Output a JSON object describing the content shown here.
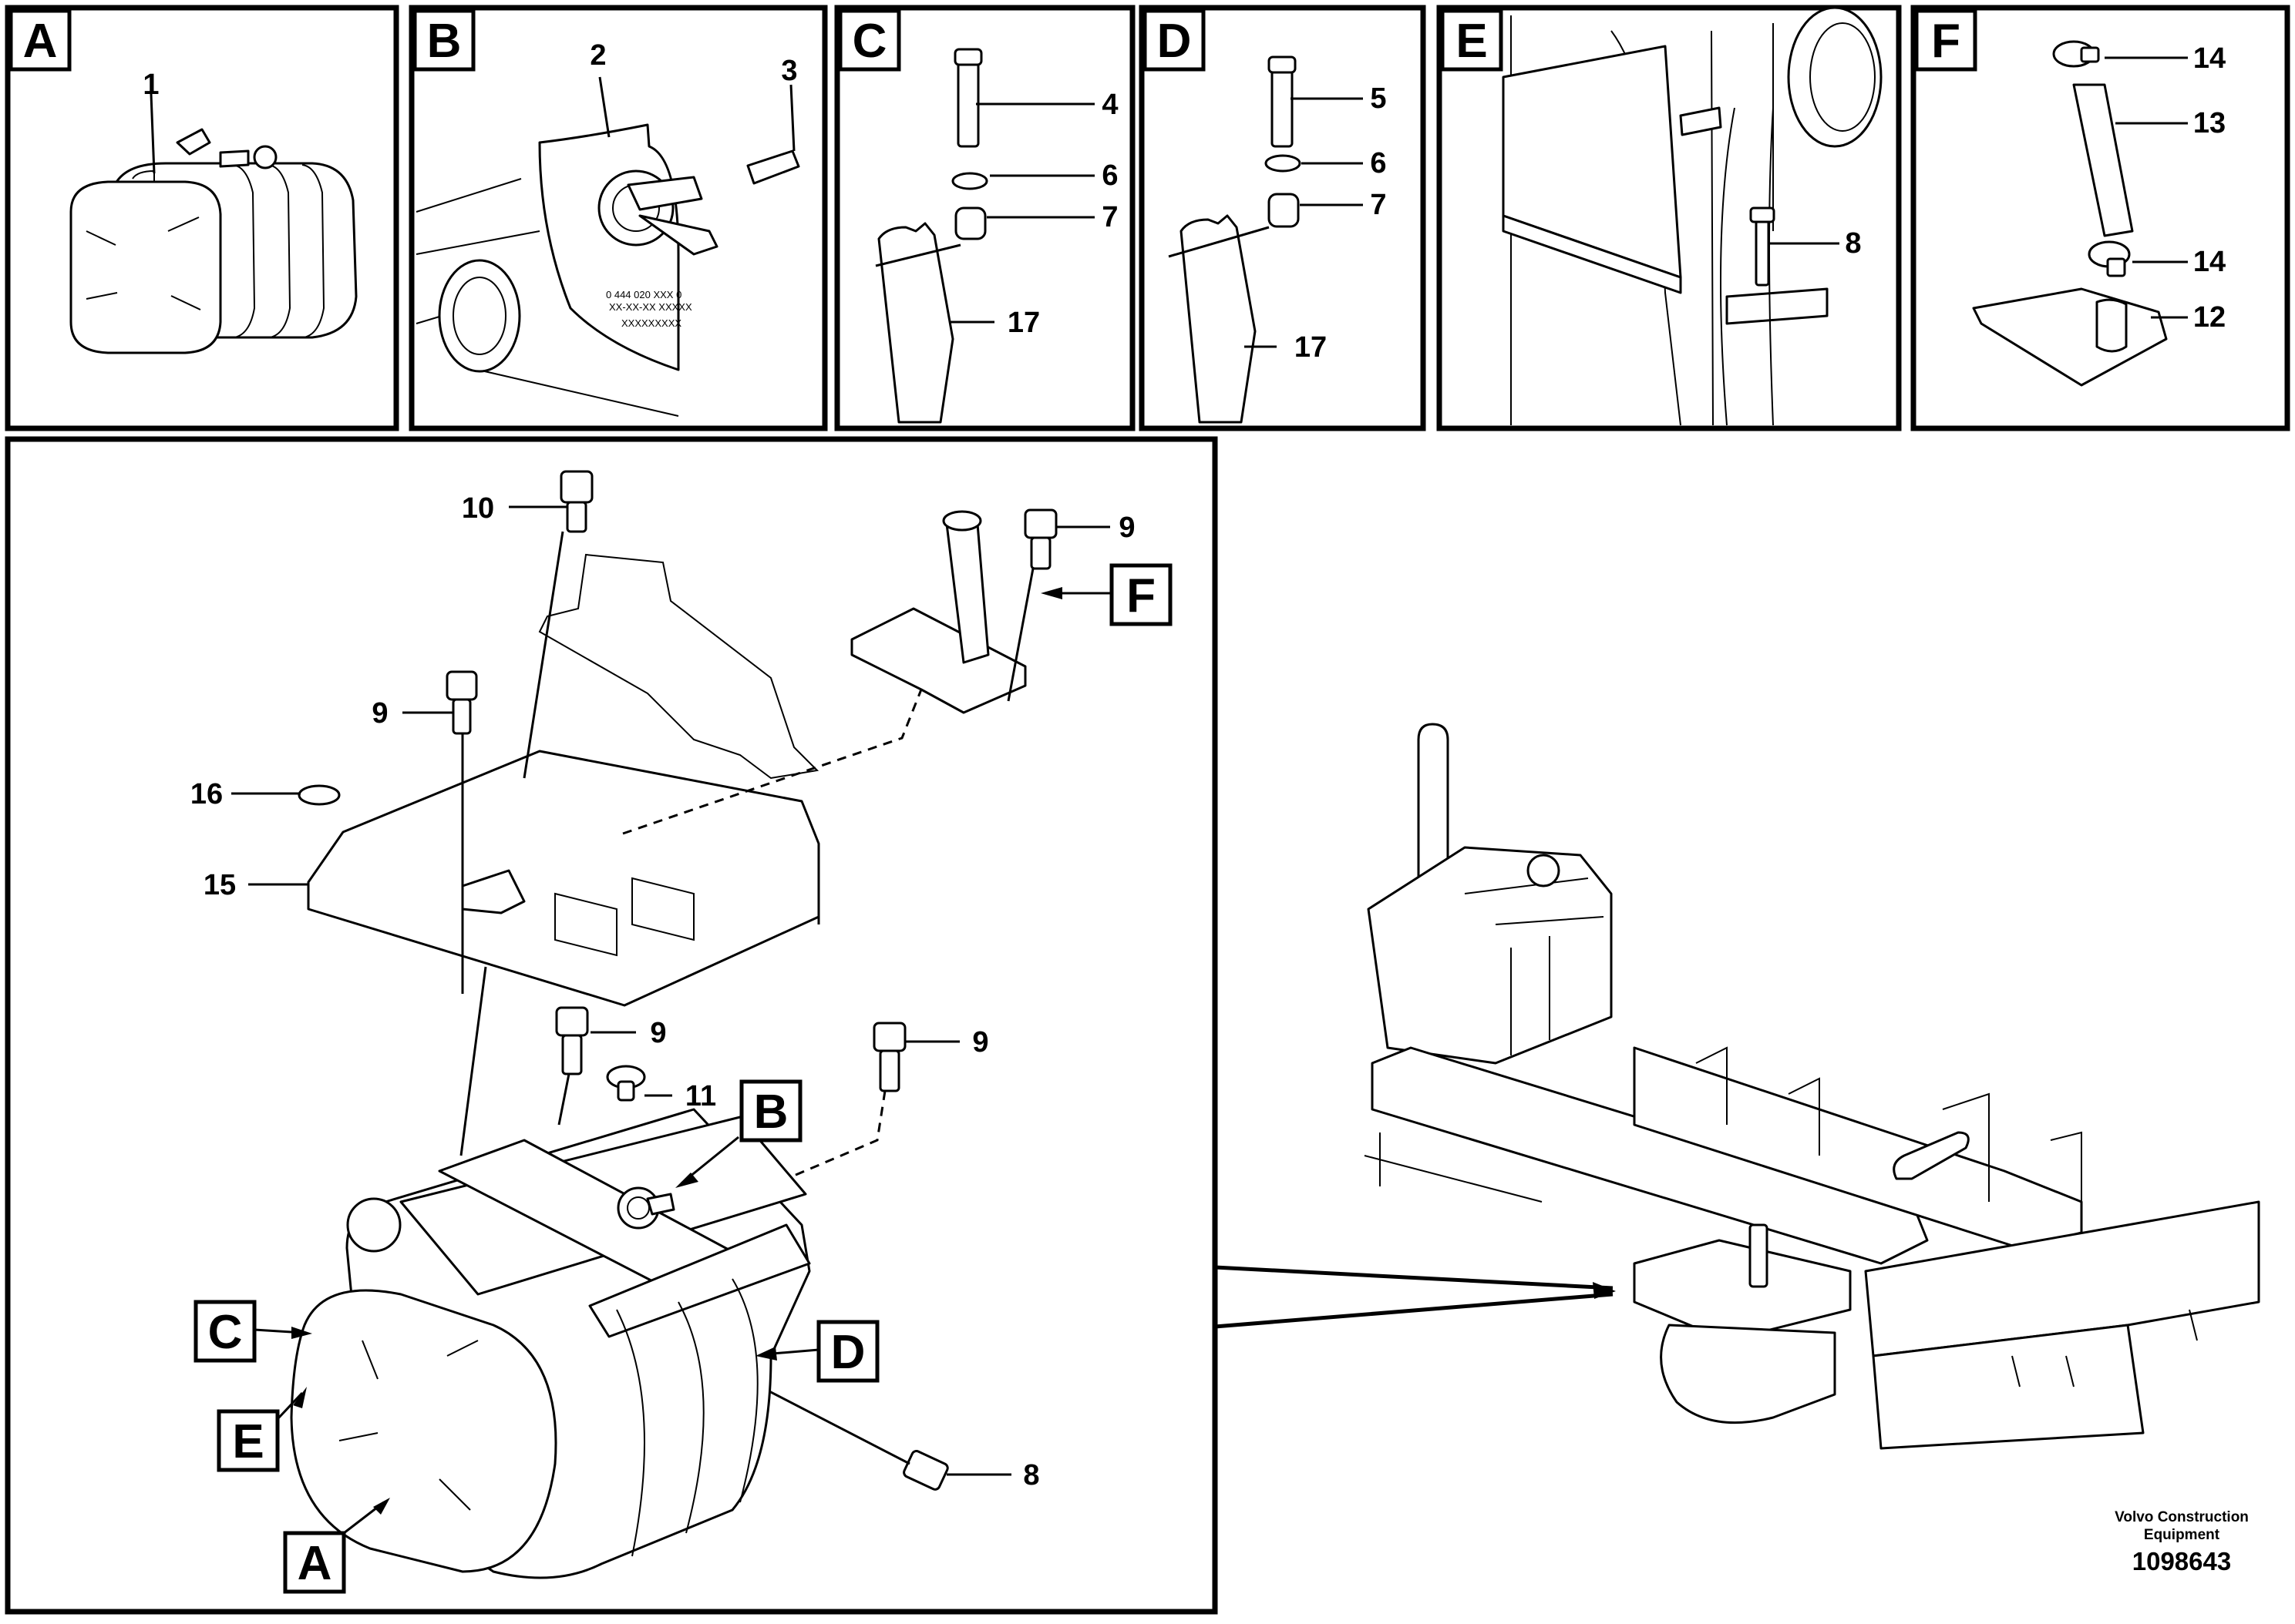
{
  "panels": {
    "A": {
      "letter": "A",
      "part_numbers": [
        "1"
      ]
    },
    "B": {
      "letter": "B",
      "part_numbers": [
        "2",
        "3"
      ],
      "plate_text": [
        "0 444 020 XXX 0",
        "XX-XX-XX XXXXX",
        "XXXXXXXXX"
      ]
    },
    "C": {
      "letter": "C",
      "part_numbers": [
        "4",
        "6",
        "7",
        "17"
      ]
    },
    "D": {
      "letter": "D",
      "part_numbers": [
        "5",
        "6",
        "7",
        "17"
      ]
    },
    "E": {
      "letter": "E",
      "part_numbers": [
        "8"
      ]
    },
    "F": {
      "letter": "F",
      "part_numbers": [
        "14",
        "13",
        "14",
        "12"
      ]
    }
  },
  "main": {
    "part_numbers": [
      "10",
      "9",
      "9",
      "16",
      "15",
      "9",
      "11",
      "9",
      "8"
    ],
    "callouts": [
      "F",
      "B",
      "C",
      "D",
      "E",
      "A"
    ]
  },
  "credit": {
    "line1": "Volvo Construction",
    "line2": "Equipment"
  },
  "doc_number": "1098643"
}
